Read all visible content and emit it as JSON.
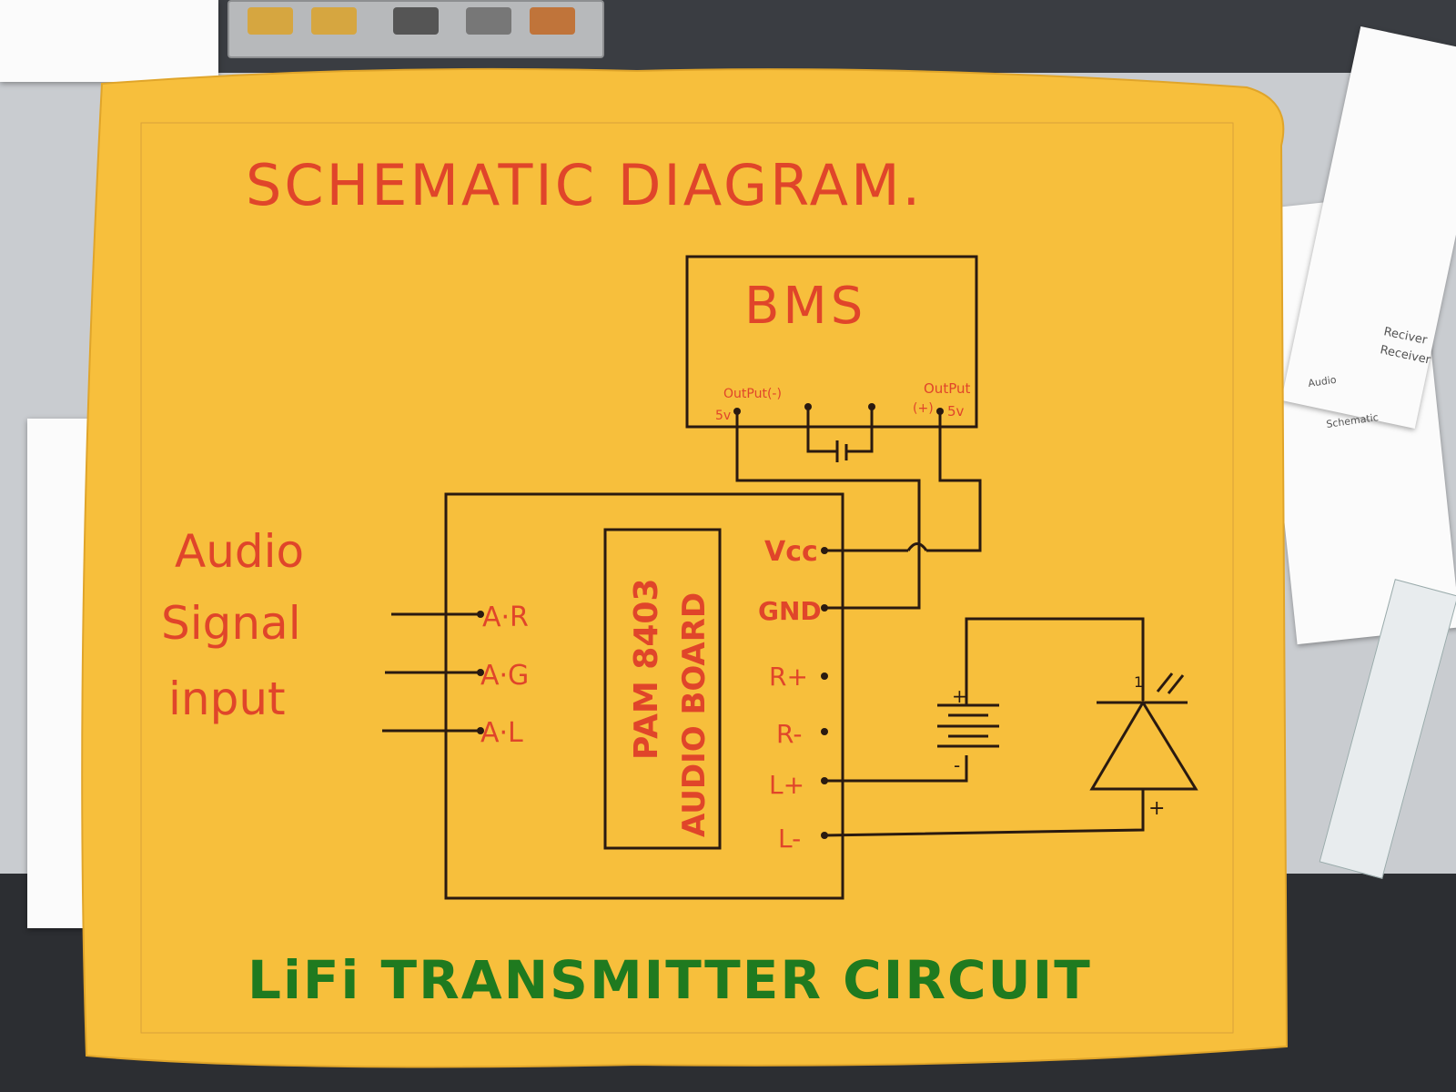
{
  "title": "SCHEMATIC DIAGRAM.",
  "footer_title": "LiFi TRANSMITTER CIRCUIT",
  "bms": {
    "label": "BMS",
    "out_neg_label": "OutPut(-)",
    "out_neg_volt": "5v",
    "out_pos_label": "OutPut",
    "out_pos_sign": "(+)",
    "out_pos_volt": "5v"
  },
  "board": {
    "chip_line1": "PAM 8403",
    "chip_line2": "AUDIO BOARD",
    "left_pins": [
      "A·R",
      "A·G",
      "A·L"
    ],
    "right_pins": [
      "Vcc",
      "GND",
      "R+",
      "R-",
      "L+",
      "L-"
    ]
  },
  "audio_label": [
    "Audio",
    "Signal",
    "input"
  ],
  "battery": {
    "plus": "+",
    "minus": "-"
  },
  "led": {
    "plus": "+",
    "tick": "1"
  },
  "side_notes": {
    "line1": "Reciver",
    "line2": "Receiver",
    "line3": "Schematic",
    "line4": "Audio"
  },
  "colors": {
    "paper": "#f7bf3c",
    "ink_black": "#2a1a10",
    "ink_red": "#e0452a",
    "ink_green": "#1f7a1f",
    "desk": "#c9ccd0"
  }
}
